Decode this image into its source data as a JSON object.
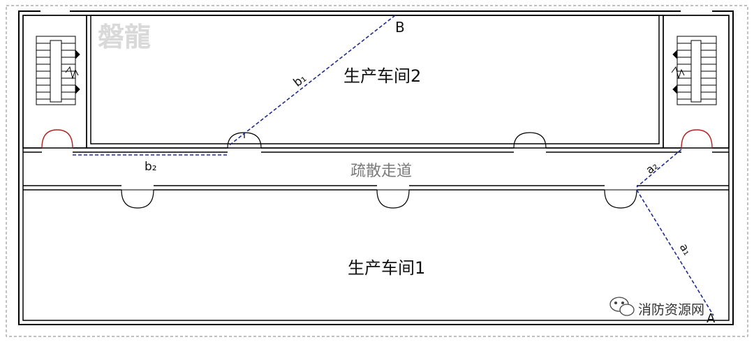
{
  "labels": {
    "watermark_top": "磐龍",
    "room_top": "生产车间2",
    "room_bottom": "生产车间1",
    "corridor": "疏散走道",
    "point_b": "B",
    "point_a": "A",
    "seg_b1": "b₁",
    "seg_b2": "b₂",
    "seg_a1": "a₁",
    "seg_a2": "a₂",
    "brand": "消防资源网"
  },
  "colors": {
    "wall": "#000000",
    "route": "#1f2b8c",
    "exit_door": "#b22222",
    "door": "#000000",
    "border": "#9a9a9a",
    "corridor_text": "#7a7a7a",
    "watermark": "#d9d9d9"
  }
}
